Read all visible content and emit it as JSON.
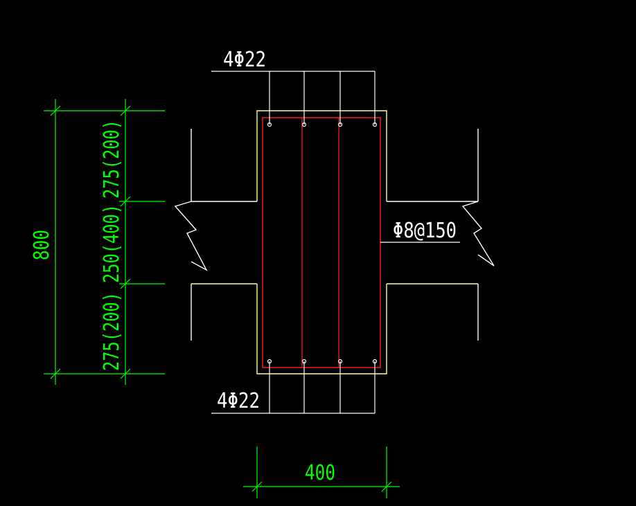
{
  "drawing": {
    "top_rebar_label": "4Φ22",
    "bottom_rebar_label": "4Φ22",
    "stirrup_label": "Φ8@150",
    "dim_total_height": "800",
    "dim_segment_top": "275(200)",
    "dim_segment_middle": "250(400)",
    "dim_segment_bottom": "275(200)",
    "dim_width": "400"
  },
  "colors": {
    "background": "#000000",
    "outline": "#ffffff",
    "concrete_outline": "#ffff99",
    "stirrup": "#ff2020",
    "dimension": "#00ff00"
  }
}
